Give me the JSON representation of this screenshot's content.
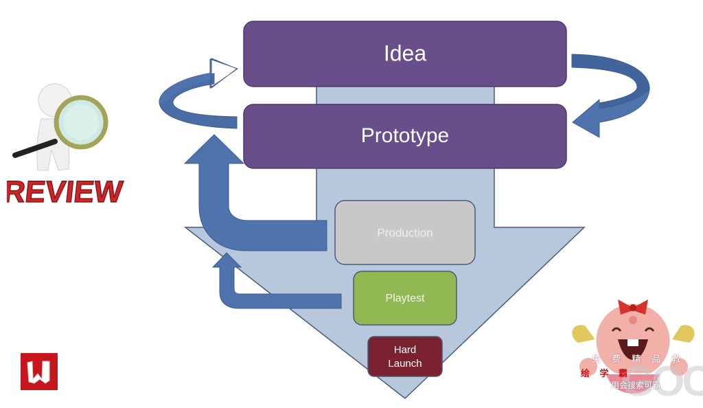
{
  "diagram": {
    "title": "Game development process",
    "stages": [
      {
        "id": "idea",
        "label": "Idea",
        "color": "#684f8b"
      },
      {
        "id": "prototype",
        "label": "Prototype",
        "color": "#684f8b"
      },
      {
        "id": "production",
        "label": "Production",
        "color": "#c8c8c8"
      },
      {
        "id": "playtest",
        "label": "Playtest",
        "color": "#8fb752"
      },
      {
        "id": "hard-launch",
        "label": "Hard Launch",
        "label_lines": [
          "Hard",
          "Launch"
        ],
        "color": "#7b2230"
      }
    ],
    "flow": [
      {
        "from": "idea",
        "to": "prototype",
        "kind": "loop-arrow-right"
      },
      {
        "from": "prototype",
        "to": "idea",
        "kind": "loop-arrow-left"
      },
      {
        "from": "production",
        "to": "prototype",
        "kind": "feedback-arrow"
      },
      {
        "from": "playtest",
        "to": "production",
        "kind": "feedback-arrow"
      },
      {
        "from": "idea",
        "to": "hard-launch",
        "kind": "main-down-arrow"
      }
    ],
    "colors": {
      "main_arrow": "#b7c7dc",
      "feedback_arrow": "#4e73ad",
      "outline": "#4a5a78",
      "box_text": "#ffffff",
      "production_text": "#f0f0f0",
      "playtest_text": "#f2f7e6"
    }
  },
  "decorations": {
    "review_badge": {
      "text": "REVIEW",
      "icon": "magnifier-figure-icon"
    },
    "logo": {
      "letter": "W",
      "color": "#c4161c"
    },
    "watermark": {
      "line1": "免 费 精 品 教",
      "line2": "绘 学 霸",
      "line3": "用会搜索可霸",
      "big": "GOC"
    }
  }
}
